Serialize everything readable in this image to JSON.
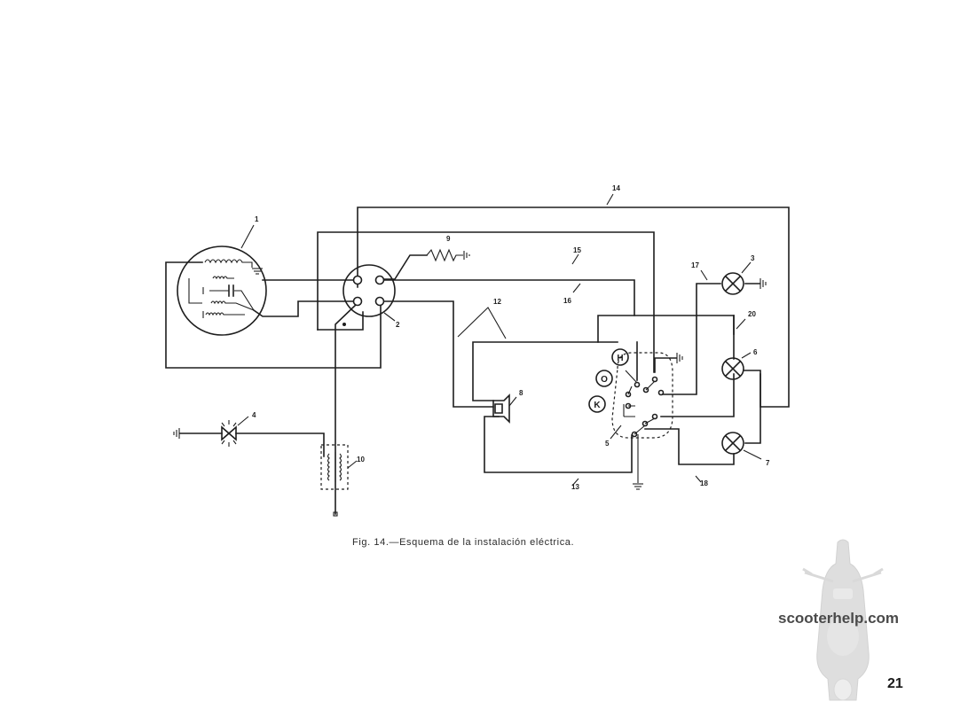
{
  "figure": {
    "caption": "Fig. 14.—Esquema de la instalación eléctrica.",
    "component_numbers": [
      "1",
      "2",
      "3",
      "4",
      "5",
      "6",
      "7",
      "8",
      "9",
      "10"
    ],
    "wire_numbers": [
      "12",
      "13",
      "14",
      "15",
      "16",
      "17",
      "18",
      "20"
    ],
    "switch_positions": [
      "H",
      "O",
      "K"
    ]
  },
  "watermark": {
    "text": "scooterhelp.com",
    "icon": "scooter-front-view-icon"
  },
  "page": {
    "number": "21"
  }
}
